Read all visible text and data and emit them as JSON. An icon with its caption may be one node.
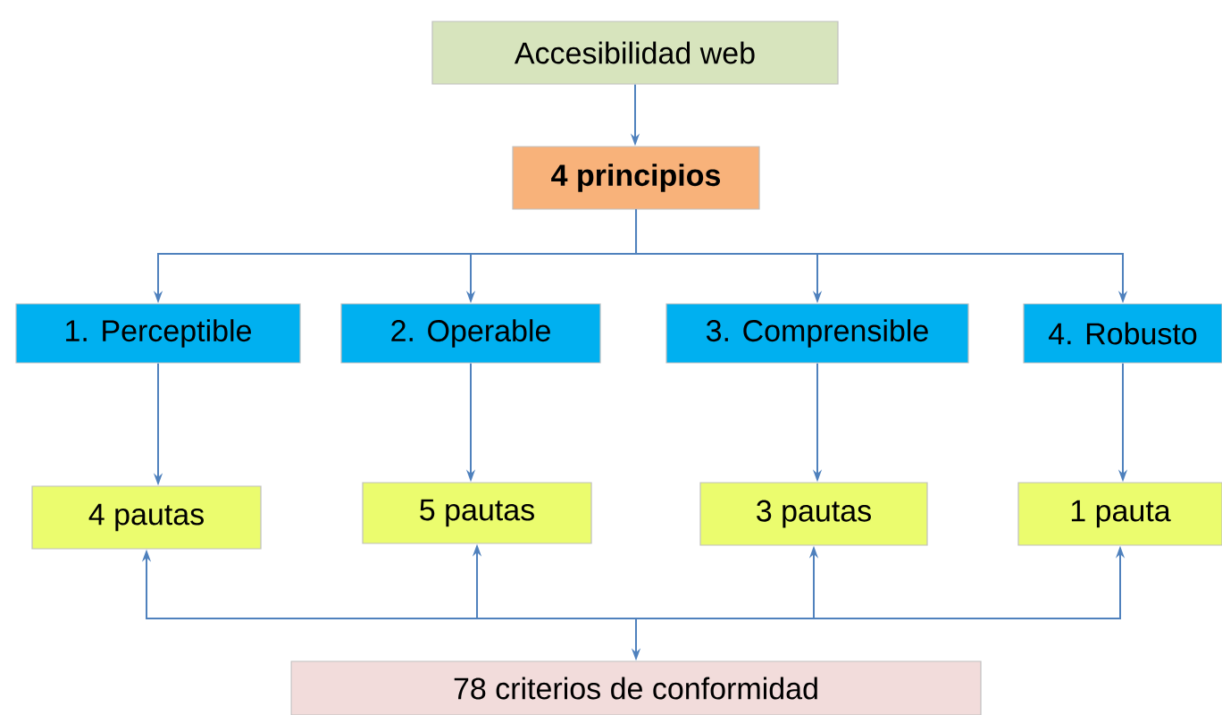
{
  "diagram": {
    "nodes": [
      {
        "text": [
          "Accesibilidad web"
        ]
      },
      {
        "text": [
          "4 principios"
        ]
      },
      {
        "text": [
          "1. Perceptible"
        ]
      },
      {
        "text": [
          "2. Operable"
        ]
      },
      {
        "text": [
          "3. Comprensible"
        ]
      },
      {
        "text": [
          "4. Robusto"
        ]
      },
      {
        "text": [
          "4 pautas"
        ]
      },
      {
        "text": [
          "5 pautas"
        ]
      },
      {
        "text": [
          "3 pautas"
        ]
      },
      {
        "text": [
          "1 pauta"
        ]
      },
      {
        "text": [
          "78 criterios de conformidad"
        ]
      }
    ],
    "edges": [
      {
        "from": 0,
        "to": 1,
        "arrow": "to"
      },
      {
        "from": 1,
        "to": 2,
        "arrow": "to"
      },
      {
        "from": 1,
        "to": 3,
        "arrow": "to"
      },
      {
        "from": 1,
        "to": 4,
        "arrow": "to"
      },
      {
        "from": 1,
        "to": 5,
        "arrow": "to"
      },
      {
        "from": 2,
        "to": 6,
        "arrow": "to"
      },
      {
        "from": 3,
        "to": 7,
        "arrow": "to"
      },
      {
        "from": 4,
        "to": 8,
        "arrow": "to"
      },
      {
        "from": 5,
        "to": 9,
        "arrow": "to"
      },
      {
        "from": 10,
        "to": 6,
        "arrow": "both"
      },
      {
        "from": 10,
        "to": 7,
        "arrow": "both"
      },
      {
        "from": 10,
        "to": 8,
        "arrow": "both"
      },
      {
        "from": 10,
        "to": 9,
        "arrow": "both"
      }
    ]
  }
}
